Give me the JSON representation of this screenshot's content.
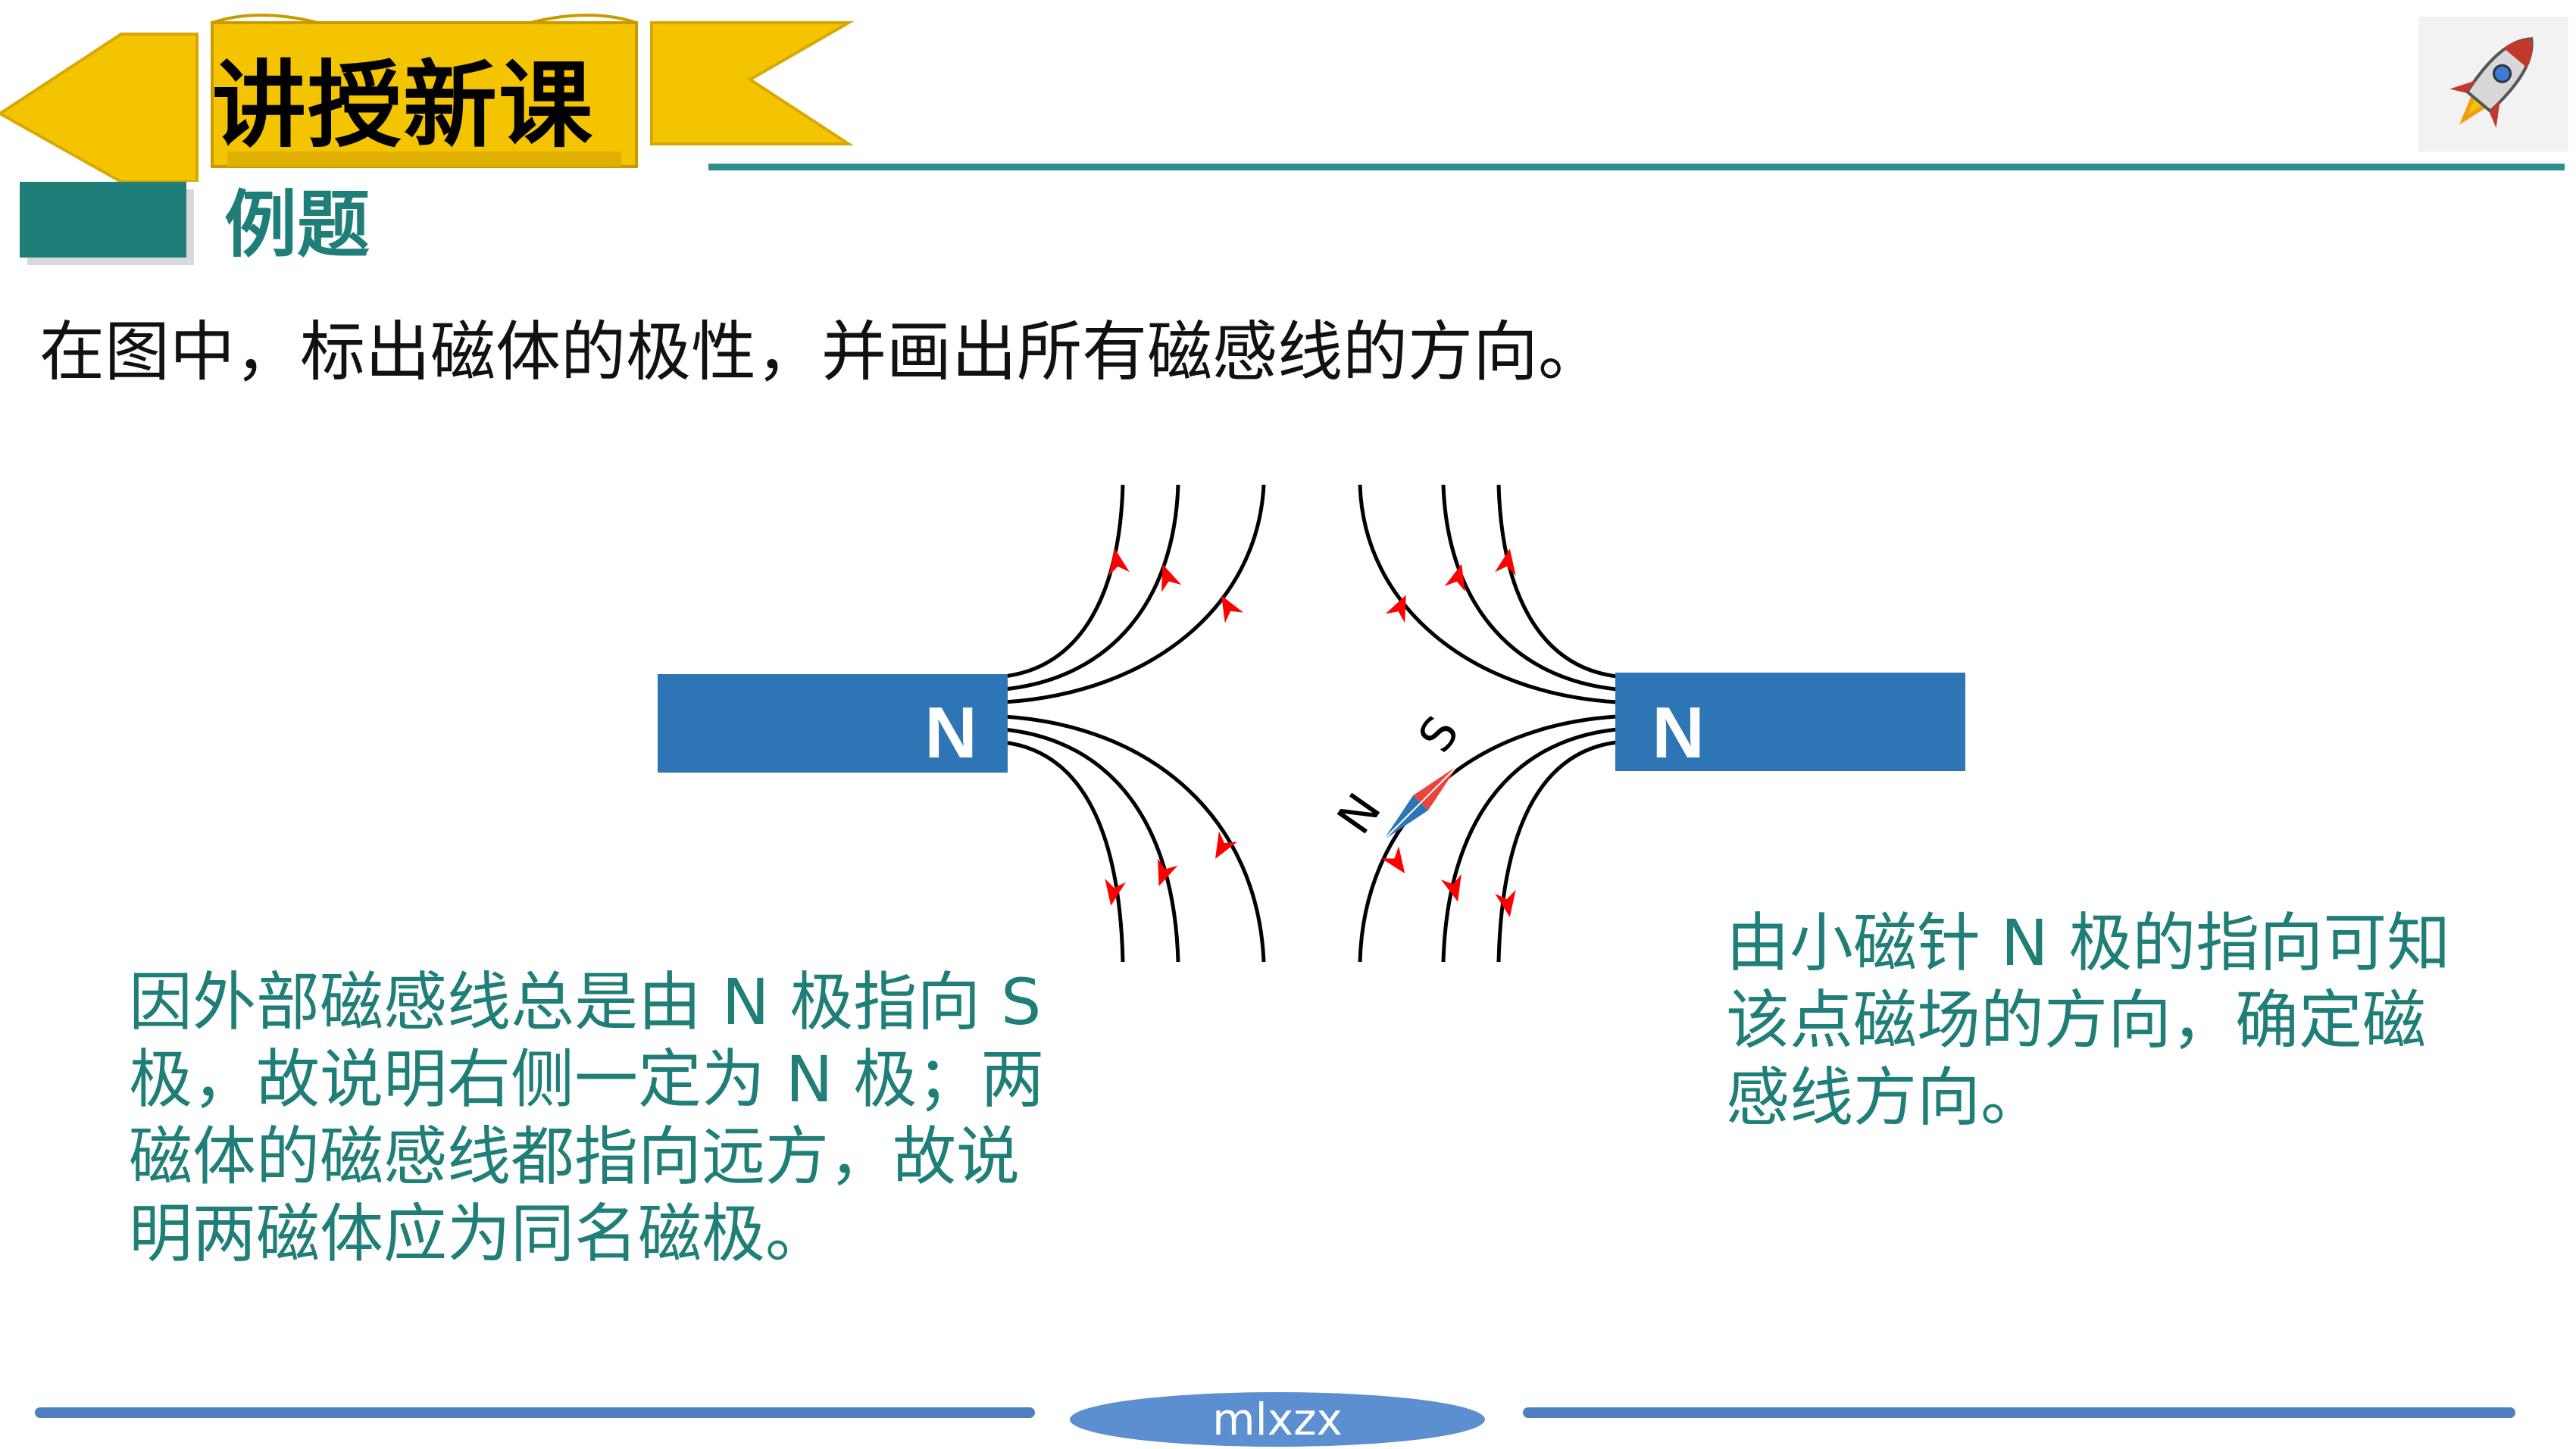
{
  "header": {
    "banner_title": "讲授新课",
    "banner_color": "#f5c400"
  },
  "section": {
    "title": "例题"
  },
  "question": "在图中，标出磁体的极性，并画出所有磁感线的方向。",
  "diagram": {
    "left_magnet_label": "N",
    "right_magnet_label": "N",
    "needle_s_label": "S",
    "needle_n_label": "N",
    "magnet_color": "#2e75b6",
    "field_arrow_color": "#ff0000"
  },
  "explanations": {
    "left": "因外部磁感线总是由 N 极指向 S 极，故说明右侧一定为 N 极；两磁体的磁感线都指向远方，故说明两磁体应为同名磁极。",
    "right": "由小磁针 N 极的指向可知该点磁场的方向，确定磁感线方向。"
  },
  "footer": {
    "badge_text": "mlxzx"
  },
  "colors": {
    "teal": "#1f7f78",
    "footer_blue": "#4f7fbf"
  }
}
